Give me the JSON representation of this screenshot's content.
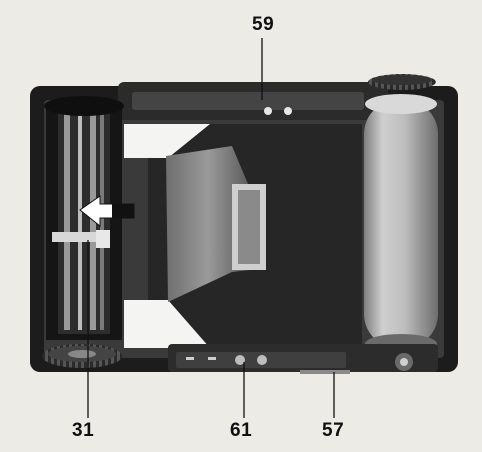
{
  "figure": {
    "callouts": {
      "c59": "59",
      "c31": "31",
      "c61": "61",
      "c57": "57"
    },
    "icons": [
      "film-cassette-icon",
      "take-up-spool-icon",
      "insertion-arrow-icon",
      "pressure-plate-icon"
    ],
    "colors": {
      "background": "#ecebe6",
      "body": "#1c1c1c",
      "spool": "#b9b9b9",
      "film": "#2a2a2a",
      "label": "#111111"
    }
  }
}
